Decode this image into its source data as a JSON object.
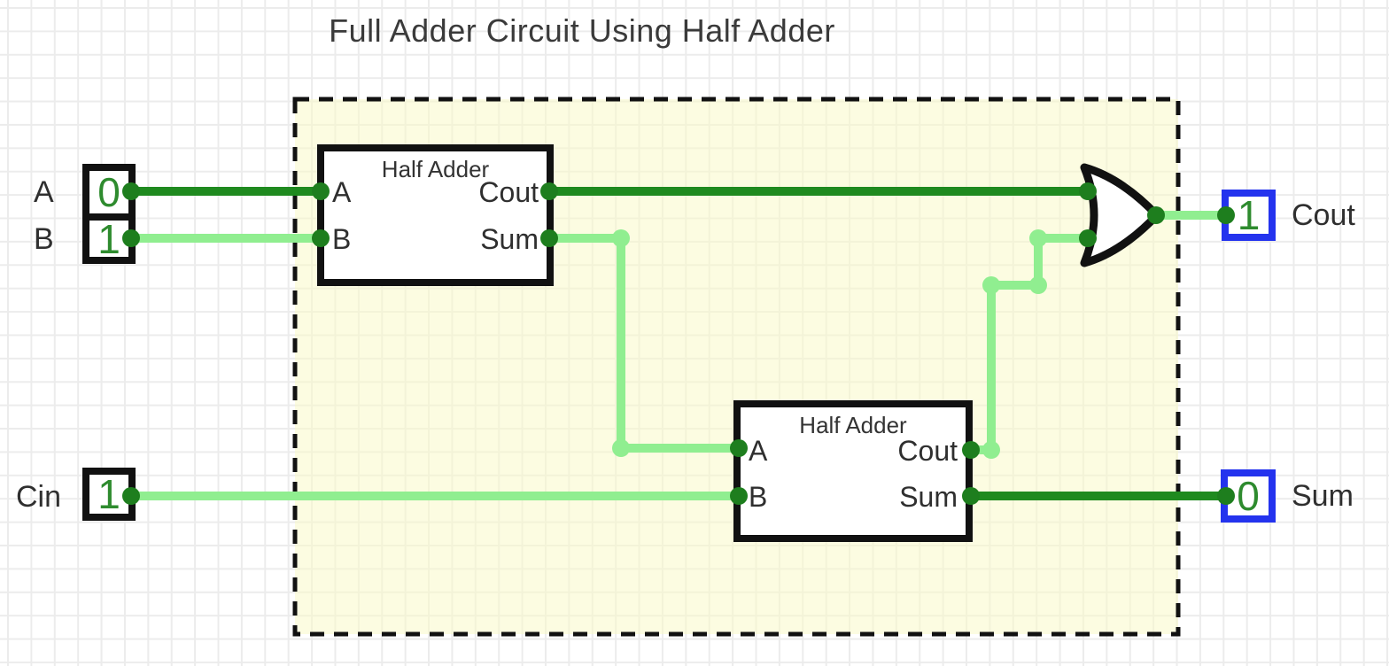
{
  "title": "Full Adder Circuit Using Half Adder",
  "colors": {
    "wire_low": "#1f8a1f",
    "wire_high": "#90ee90",
    "port_dot": "#1e7e1e",
    "junction_dot": "#90ee90",
    "value_text": "#2e8b2e",
    "output_box_border": "#2433ee",
    "component_border": "#111111",
    "boundary_stroke": "#111111",
    "subcircuit_fill": "rgba(250,250,200,0.55)",
    "grid_line": "#ececec"
  },
  "inputs": {
    "a": {
      "label": "A",
      "value": "0"
    },
    "b": {
      "label": "B",
      "value": "1"
    },
    "cin": {
      "label": "Cin",
      "value": "1"
    }
  },
  "outputs": {
    "cout": {
      "label": "Cout",
      "value": "1"
    },
    "sum": {
      "label": "Sum",
      "value": "0"
    }
  },
  "half_adder_1": {
    "title": "Half Adder",
    "port_a": "A",
    "port_b": "B",
    "port_cout": "Cout",
    "port_sum": "Sum"
  },
  "half_adder_2": {
    "title": "Half Adder",
    "port_a": "A",
    "port_b": "B",
    "port_cout": "Cout",
    "port_sum": "Sum"
  }
}
